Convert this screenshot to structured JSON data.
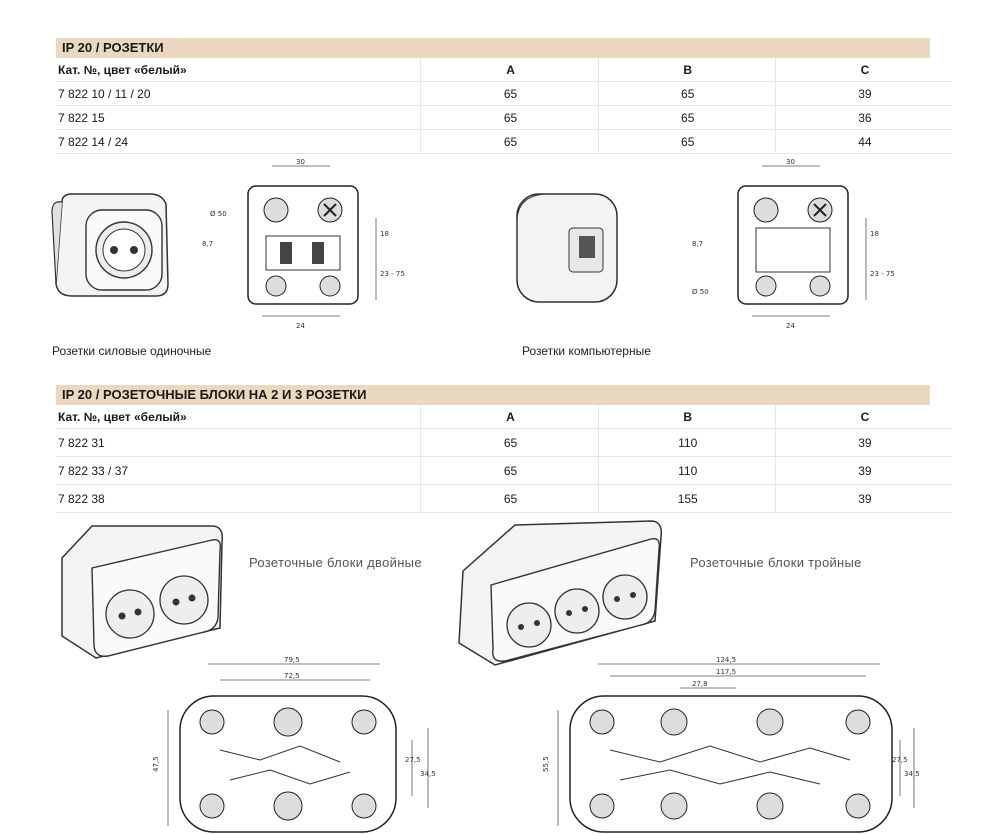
{
  "section1": {
    "title": "IP 20 / РОЗЕТКИ",
    "header": [
      "Кат. №, цвет «белый»",
      "A",
      "B",
      "C"
    ],
    "rows": [
      [
        "7 822 10 / 11 / 20",
        "65",
        "65",
        "39"
      ],
      [
        "7 822 15",
        "65",
        "65",
        "36"
      ],
      [
        "7 822 14 / 24",
        "65",
        "65",
        "44"
      ]
    ],
    "caption_left": "Розетки силовые одиночные",
    "caption_right": "Розетки компьютерные",
    "dims": {
      "top": "30",
      "bottom": "24",
      "side1": "18",
      "side2": "23 - 75",
      "left": "8,7",
      "circle": "Ø 50"
    }
  },
  "section2": {
    "title": "IP 20 /  РОЗЕТОЧНЫЕ БЛОКИ НА 2 И 3 РОЗЕТКИ",
    "header": [
      "Кат. №, цвет «белый»",
      "A",
      "B",
      "C"
    ],
    "rows": [
      [
        "7 822 31",
        "65",
        "110",
        "39"
      ],
      [
        "7 822 33 / 37",
        "65",
        "110",
        "39"
      ],
      [
        "7 822 38",
        "65",
        "155",
        "39"
      ]
    ],
    "caption_double": "Розеточные блоки двойные",
    "caption_triple": "Розеточные блоки тройные",
    "dims_double": {
      "outer": "79,5",
      "inner": "72,5",
      "height": "47,5",
      "r1": "27,5",
      "r2": "34,5"
    },
    "dims_triple": {
      "outer": "124,5",
      "inner": "117,5",
      "pitch": "27,8",
      "height": "55,5",
      "r1": "27,5",
      "r2": "34,5"
    }
  }
}
